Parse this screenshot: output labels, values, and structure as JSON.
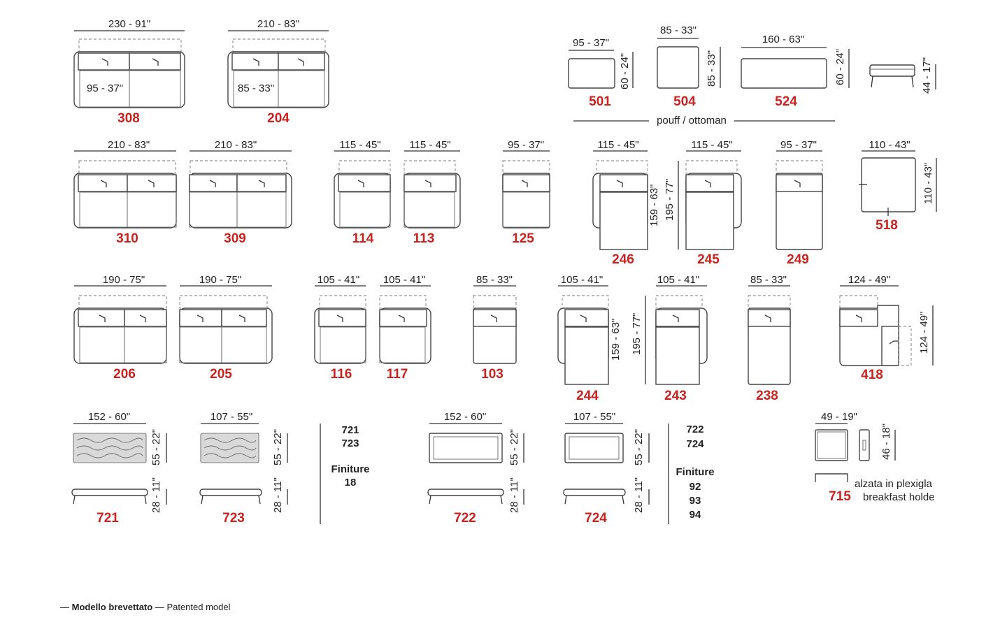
{
  "modules": {
    "m308": {
      "width": "230 - 91\"",
      "code": "308",
      "seat": "95 - 37\""
    },
    "m204": {
      "width": "210 - 83\"",
      "code": "204",
      "seat": "85 - 33\""
    },
    "m501": {
      "width": "95 - 37\"",
      "depth": "60 - 24\"",
      "code": "501"
    },
    "m504": {
      "width": "85 - 33\"",
      "depth": "85 - 33\"",
      "code": "504"
    },
    "m524": {
      "width": "160 - 63\"",
      "depth": "60 - 24\"",
      "code": "524"
    },
    "pouf_height": "44 - 17\"",
    "pouf_label": "pouff / ottoman",
    "m310": {
      "width": "210 - 83\"",
      "code": "310"
    },
    "m309": {
      "width": "210 - 83\"",
      "code": "309"
    },
    "m114": {
      "width": "115 - 45\"",
      "code": "114"
    },
    "m113": {
      "width": "115 - 45\"",
      "code": "113"
    },
    "m125": {
      "width": "95 - 37\"",
      "code": "125"
    },
    "m246": {
      "width": "115 - 45\"",
      "code": "246",
      "depth1": "159 - 63\"",
      "depth2": "195 - 77\""
    },
    "m245": {
      "width": "115 - 45\"",
      "code": "245"
    },
    "m249": {
      "width": "95 - 37\"",
      "code": "249"
    },
    "m518": {
      "width": "110 - 43\"",
      "depth": "110 - 43\"",
      "code": "518"
    },
    "m206": {
      "width": "190 - 75\"",
      "code": "206"
    },
    "m205": {
      "width": "190 - 75\"",
      "code": "205"
    },
    "m116": {
      "width": "105 - 41\"",
      "code": "116"
    },
    "m117": {
      "width": "105 - 41\"",
      "code": "117"
    },
    "m103": {
      "width": "85 - 33\"",
      "code": "103"
    },
    "m244": {
      "width": "105 - 41\"",
      "code": "244",
      "depth1": "159 - 63\"",
      "depth2": "195 - 77\""
    },
    "m243": {
      "width": "105 - 41\"",
      "code": "243"
    },
    "m238": {
      "width": "85 - 33\"",
      "code": "238"
    },
    "m418": {
      "width": "124 - 49\"",
      "depth": "124 - 49\"",
      "code": "418"
    }
  },
  "tables": {
    "t721": {
      "width": "152 - 60\"",
      "depth": "55 - 22\"",
      "height": "28 - 11\"",
      "code": "721"
    },
    "t723": {
      "width": "107 - 55\"",
      "depth": "55 - 22\"",
      "height": "28 - 11\"",
      "code": "723"
    },
    "group1": {
      "codes": [
        "721",
        "723"
      ],
      "finish_label": "Finiture",
      "finishes": [
        "18"
      ]
    },
    "t722": {
      "width": "152 - 60\"",
      "depth": "55 - 22\"",
      "height": "28 - 11\"",
      "code": "722"
    },
    "t724": {
      "width": "107 - 55\"",
      "depth": "55 - 22\"",
      "height": "28 - 11\"",
      "code": "724"
    },
    "group2": {
      "codes": [
        "722",
        "724"
      ],
      "finish_label": "Finiture",
      "finishes": [
        "92",
        "93",
        "94"
      ]
    },
    "t715": {
      "width": "49 - 19\"",
      "height": "46 - 18\"",
      "code": "715",
      "desc1": "alzata in plexigla",
      "desc2": "breakfast holde"
    }
  },
  "footer": {
    "bold": "Modello brevettato",
    "normal": "Patented model"
  }
}
